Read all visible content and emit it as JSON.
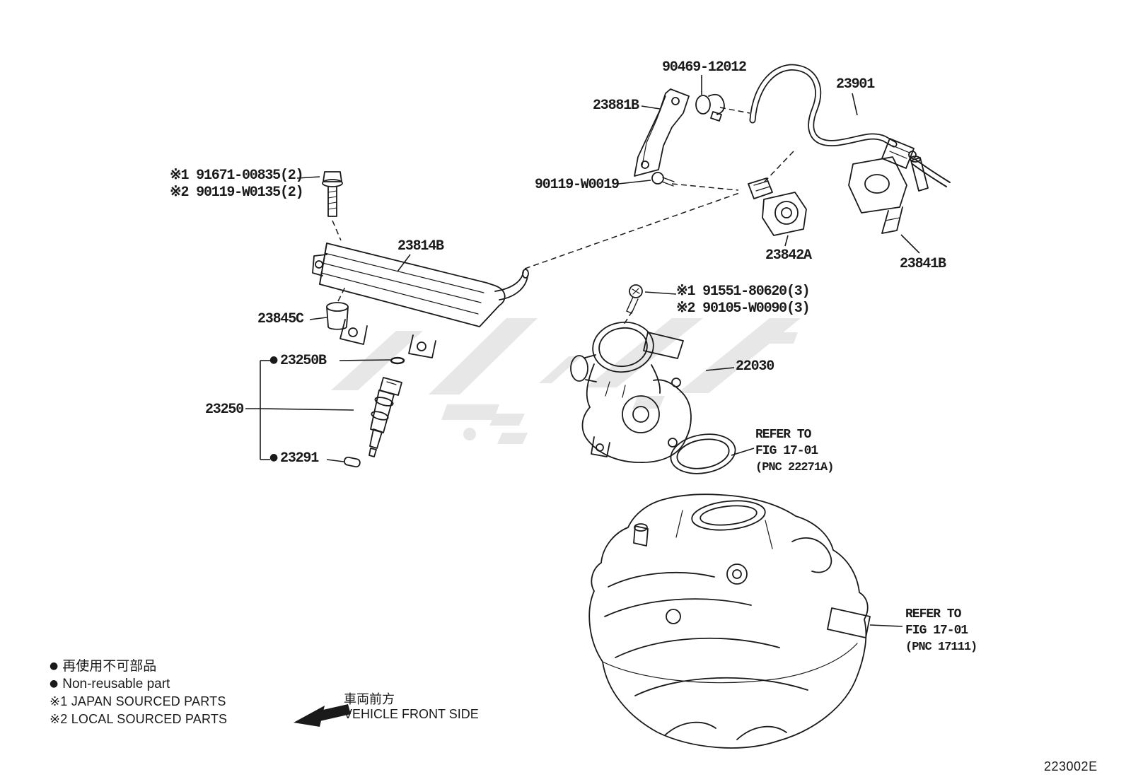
{
  "labels": {
    "clamp": "90469-12012",
    "bracket": "23881B",
    "fuel_pipe": "23901",
    "bolt_alt1": "※1 91671-00835(2)",
    "bolt_alt2": "※2 90119-W0135(2)",
    "bolt_bracket": "90119-W0019",
    "vacuum_sensor": "23842A",
    "pulsation_damper": "23841B",
    "fuel_rail": "23814B",
    "insulator": "23845C",
    "oring": "23250B",
    "injector_set": "23250",
    "grommet": "23291",
    "screw_alt1": "※1 91551-80620(3)",
    "screw_alt2": "※2 90105-W0090(3)",
    "throttle_body": "22030"
  },
  "refer_notes": {
    "gasket": {
      "line1": "REFER TO",
      "line2": "FIG 17-01",
      "line3": "(PNC 22271A)"
    },
    "manifold": {
      "line1": "REFER TO",
      "line2": "FIG 17-01",
      "line3": "(PNC 17111)"
    }
  },
  "legend": {
    "bullet": "●",
    "nonreusable_jp": "再使用不可部品",
    "nonreusable_en": "Non-reusable part",
    "japan_sourced": "※1 JAPAN SOURCED PARTS",
    "local_sourced": "※2 LOCAL SOURCED PARTS"
  },
  "front_marker": {
    "jp": "車両前方",
    "en": "VEHICLE FRONT SIDE"
  },
  "figure_code": "223002E",
  "colors": {
    "ink": "#1a1a1a",
    "watermark": "#d4d4d4",
    "background": "#ffffff"
  }
}
